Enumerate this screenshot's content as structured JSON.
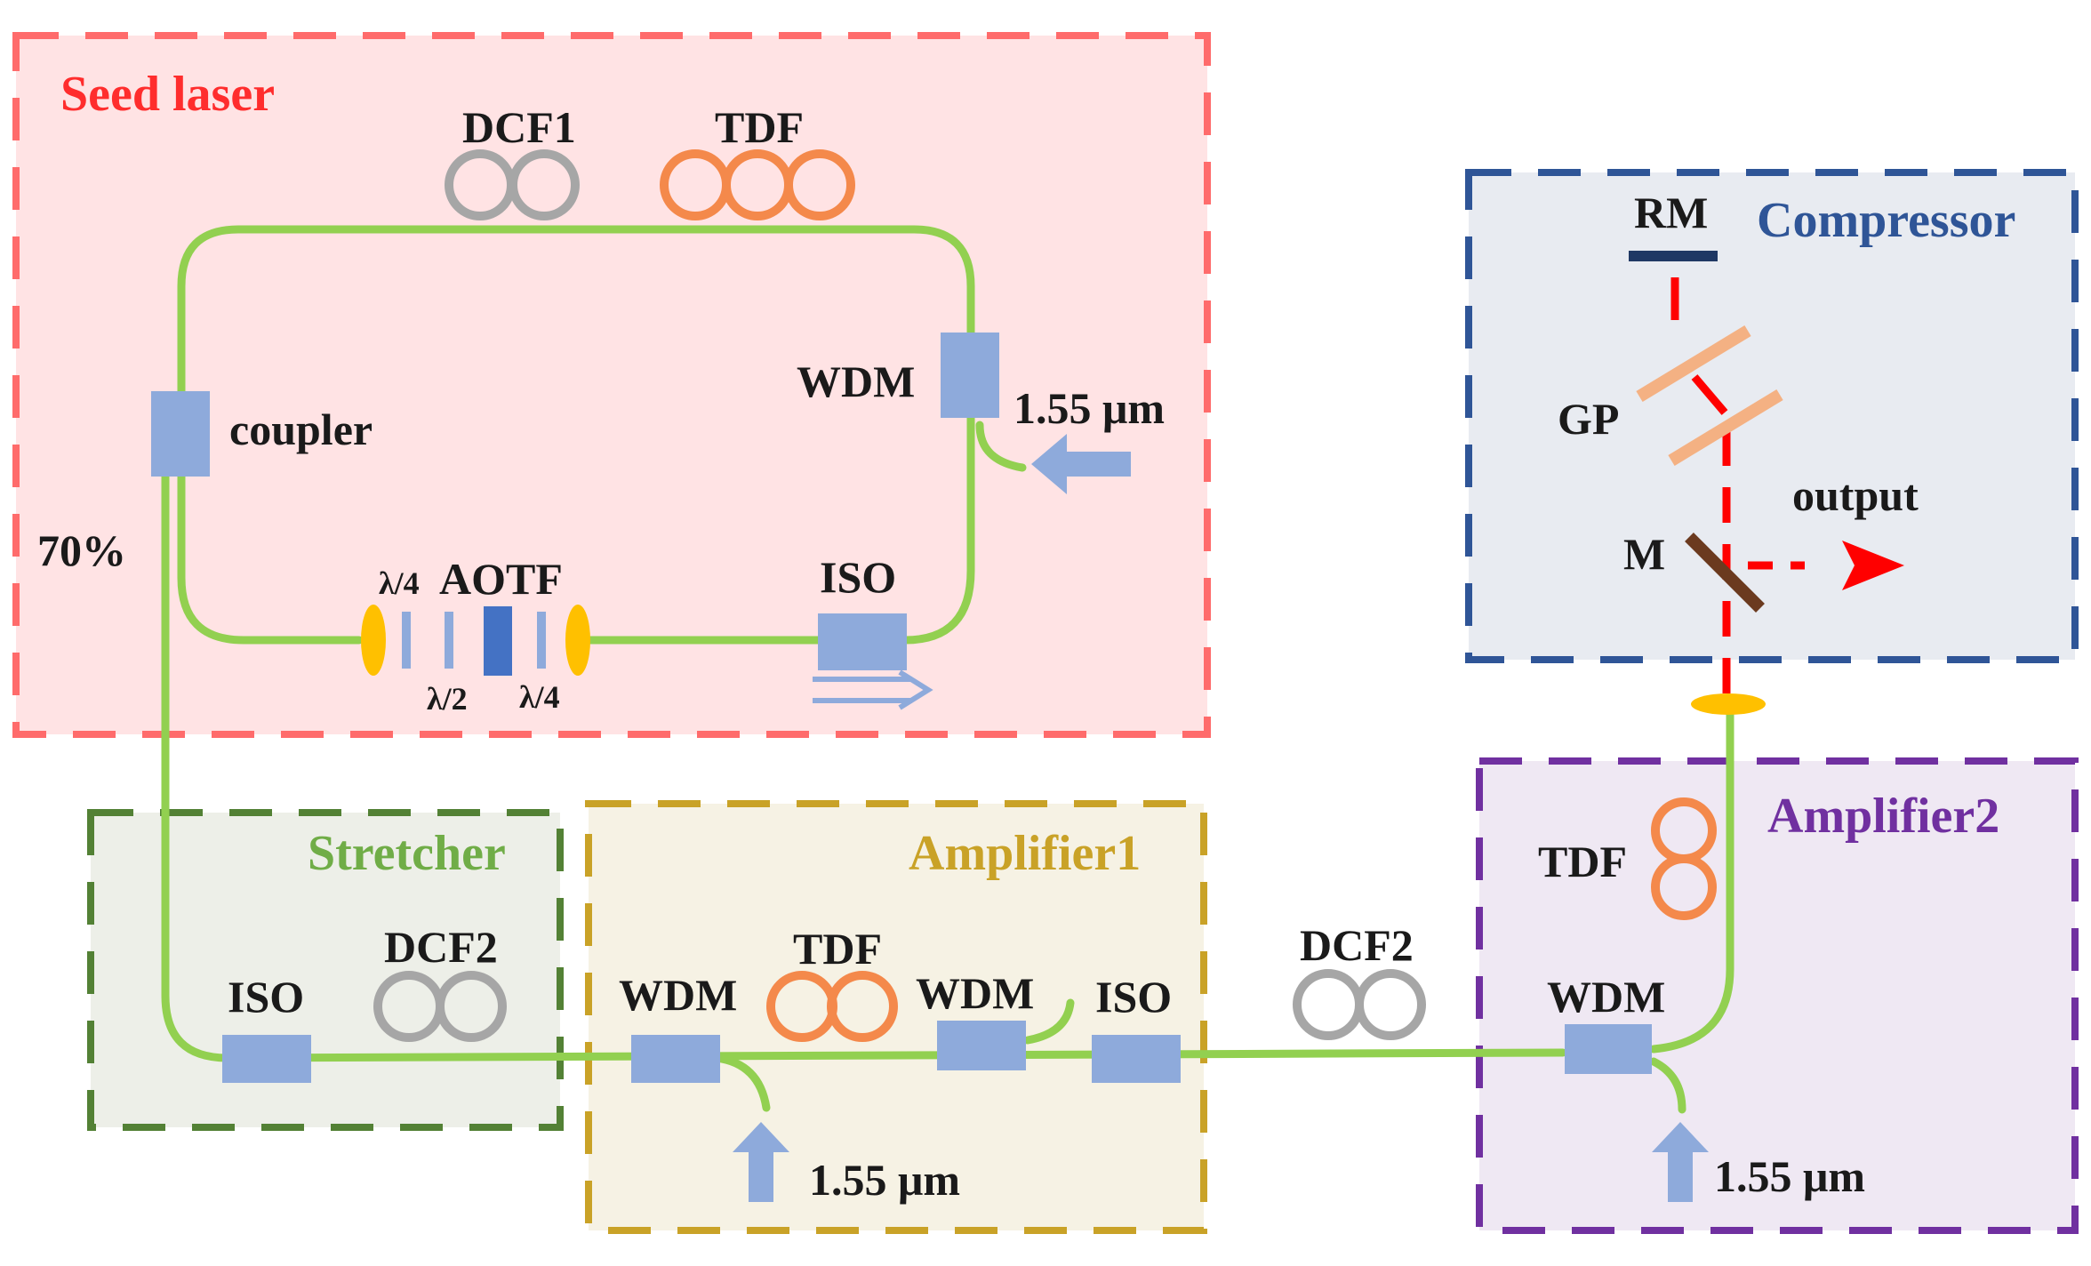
{
  "sections": {
    "seed_laser": {
      "title": "Seed laser",
      "color": "#ff5a5a",
      "fill": "#ffe3e4"
    },
    "stretcher": {
      "title": "Stretcher",
      "color": "#538135",
      "fill": "#edefe8"
    },
    "amplifier1": {
      "title": "Amplifier1",
      "color": "#c9a227",
      "fill": "#f6f2e4"
    },
    "amplifier2": {
      "title": "Amplifier2",
      "color": "#7030a0",
      "fill": "#efe8f3"
    },
    "compressor": {
      "title": "Compressor",
      "color": "#2f5597",
      "fill": "#e8ebf1"
    }
  },
  "labels": {
    "dcf1": "DCF1",
    "tdf_seed": "TDF",
    "wdm_seed": "WDM",
    "pump_seed": "1.55 μm",
    "coupler": "coupler",
    "coupler_ratio": "70%",
    "qwp_left": "λ/4",
    "aotf": "AOTF",
    "hwp": "λ/2",
    "qwp_right": "λ/4",
    "iso_seed": "ISO",
    "iso_stretcher": "ISO",
    "dcf2_stretcher": "DCF2",
    "wdm_amp1_in": "WDM",
    "tdf_amp1": "TDF",
    "wdm_amp1_out": "WDM",
    "iso_amp1": "ISO",
    "pump_amp1": "1.55 μm",
    "dcf2_mid": "DCF2",
    "tdf_amp2": "TDF",
    "wdm_amp2": "WDM",
    "pump_amp2": "1.55 μm",
    "rm": "RM",
    "gp": "GP",
    "m": "M",
    "output": "output"
  },
  "colors": {
    "fiber": "#92d050",
    "component": "#8eaadb",
    "pump_arrow": "#8eaadb",
    "dcf_coil": "#a6a6a6",
    "tdf_coil": "#f4894b",
    "beam": "#ff0000",
    "grating": "#f4b183",
    "mirror": "#6b3a1f",
    "roof_mirror": "#1f3864",
    "lens": "#ffc000",
    "aotf": "#4472c4"
  }
}
